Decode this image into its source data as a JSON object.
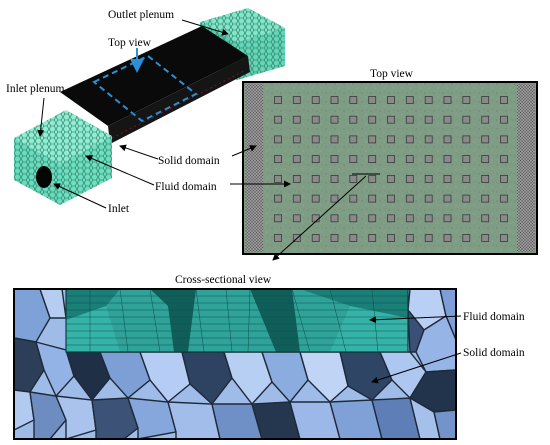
{
  "labels": {
    "outlet_plenum": "Outlet plenum",
    "top_view_callout": "Top view",
    "inlet_plenum": "Inlet plenum",
    "solid_domain_iso": "Solid domain",
    "fluid_domain_iso": "Fluid domain",
    "inlet": "Inlet",
    "top_view_title": "Top view",
    "cross_section_title": "Cross-sectional view",
    "fluid_domain_cross": "Fluid domain",
    "solid_domain_cross": "Solid domain"
  },
  "colors": {
    "mesh_fluid": "#6fe0c3",
    "mesh_dark": "#0a0a0a",
    "top_view_fill": "#7f9c84",
    "pin_fin": "#8a8a8a",
    "cross_fluid": "#2fa39a",
    "cross_solid": "#a8c4ee",
    "callout_dashed": "#2a8fd6"
  },
  "top_view_grid": {
    "rows": 8,
    "columns": 13
  }
}
